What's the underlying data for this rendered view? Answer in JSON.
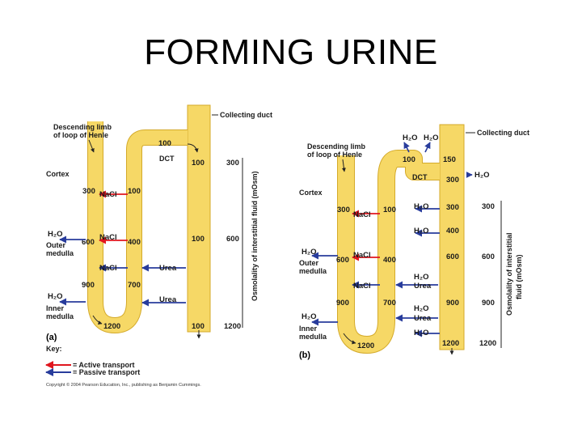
{
  "title": "FORMING URINE",
  "panel_a": {
    "collecting_duct": "Collecting duct",
    "descending_limb_line1": "Descending limb",
    "descending_limb_line2": "of loop of Henle",
    "cortex": "Cortex",
    "outer_medulla_line1": "Outer",
    "outer_medulla_line2": "medulla",
    "inner_medulla_line1": "Inner",
    "inner_medulla_line2": "medulla",
    "dct": "DCT",
    "h2o_1": "H₂O",
    "h2o_2": "H₂O",
    "nacl_1": "NaCl",
    "nacl_2": "NaCl",
    "nacl_3": "NaCl",
    "urea_1": "Urea",
    "urea_2": "Urea",
    "v_desc_300": "300",
    "v_desc_600": "600",
    "v_desc_900": "900",
    "v_bottom_1200": "1200",
    "v_asc_100": "100",
    "v_asc_400": "400",
    "v_asc_700": "700",
    "v_dct_100": "100",
    "v_cd_100a": "100",
    "v_cd_100b": "100",
    "v_cd_100c": "100",
    "ax_300": "300",
    "ax_600": "600",
    "ax_1200": "1200",
    "axis_label": "Osmolality of interstitial fluid (mOsm)",
    "panel_label": "(a)",
    "key": "Key:",
    "active": "= Active transport",
    "passive": "= Passive transport",
    "copyright": "Copyright © 2004 Pearson Education, Inc., publishing as Benjamin Cummings."
  },
  "panel_b": {
    "collecting_duct": "Collecting duct",
    "descending_limb_line1": "Descending limb",
    "descending_limb_line2": "of loop of Henle",
    "cortex": "Cortex",
    "outer_medulla_line1": "Outer",
    "outer_medulla_line2": "medulla",
    "inner_medulla_line1": "Inner",
    "inner_medulla_line2": "medulla",
    "dct": "DCT",
    "h2o_top1": "H₂O",
    "h2o_top2": "H₂O",
    "h2o_right": "H₂O",
    "h2o_desc1": "H₂O",
    "h2o_desc2": "H₂O",
    "h2o_cd1": "H₂O",
    "h2o_cd2": "H₂O",
    "h2o_cd3": "H₂O",
    "h2o_cd4": "H₂O",
    "h2o_cd5": "H₂O",
    "nacl_1": "NaCl",
    "nacl_2": "NaCl",
    "nacl_3": "NaCl",
    "urea_1": "Urea",
    "urea_2": "Urea",
    "v_desc_300": "300",
    "v_desc_600": "600",
    "v_desc_900": "900",
    "v_bottom_1200": "1200",
    "v_asc_100": "100",
    "v_asc_400": "400",
    "v_asc_700": "700",
    "v_dct_100": "100",
    "v_cd_150": "150",
    "v_cd_300": "300",
    "v_cd_300b": "300",
    "v_cd_400": "400",
    "v_cd_600": "600",
    "v_cd_900": "900",
    "v_cd_1200": "1200",
    "ax_300": "300",
    "ax_600": "600",
    "ax_900": "900",
    "ax_1200": "1200",
    "axis_label_line1": "Osmolality of interstitial",
    "axis_label_line2": "fluid (mOsm)",
    "panel_label": "(b)"
  },
  "colors": {
    "tube": "#f6d866",
    "tube_edge": "#d4aa2a",
    "active": "#e0161e",
    "passive": "#283c9c"
  }
}
